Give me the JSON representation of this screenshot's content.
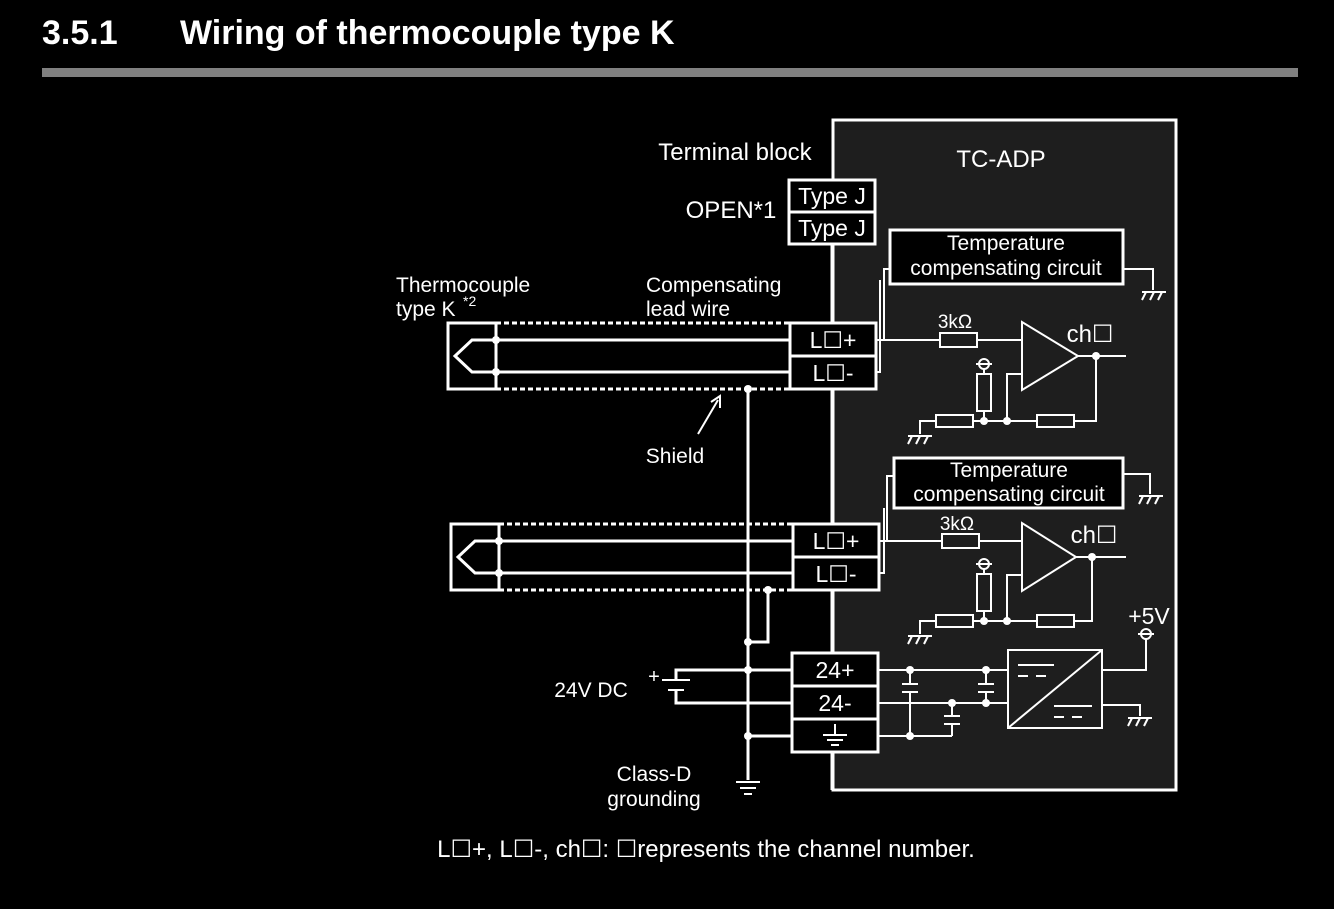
{
  "header": {
    "section_number": "3.5.1",
    "title": "Wiring of thermocouple type K"
  },
  "diagram": {
    "module_label": "TC-ADP",
    "terminal_block_label": "Terminal block",
    "open_label": "OPEN*1",
    "type_j_1": "Type J",
    "type_j_2": "Type J",
    "thermocouple_label_line1": "Thermocouple",
    "thermocouple_label_line2": "type K",
    "thermocouple_sup": "*2",
    "comp_wire_line1": "Compensating",
    "comp_wire_line2": "lead wire",
    "shield_label": "Shield",
    "ch1": {
      "plus_label": "L☐+",
      "minus_label": "L☐-",
      "temp_comp_line1": "Temperature",
      "temp_comp_line2": "compensating circuit",
      "resistor_label": "3kΩ",
      "channel_label": "ch☐"
    },
    "ch2": {
      "plus_label": "L☐+",
      "minus_label": "L☐-",
      "temp_comp_line1": "Temperature",
      "temp_comp_line2": "compensating circuit",
      "resistor_label": "3kΩ",
      "channel_label": "ch☐"
    },
    "power_plus_label": "24+",
    "power_minus_label": "24-",
    "supply_label": "24V DC",
    "supply_plus_sign": "+",
    "vcc_label": "+5V",
    "ground_line1": "Class-D",
    "ground_line2": "grounding"
  },
  "footnote": "L☐+, L☐-, ch☐: ☐represents the channel number."
}
